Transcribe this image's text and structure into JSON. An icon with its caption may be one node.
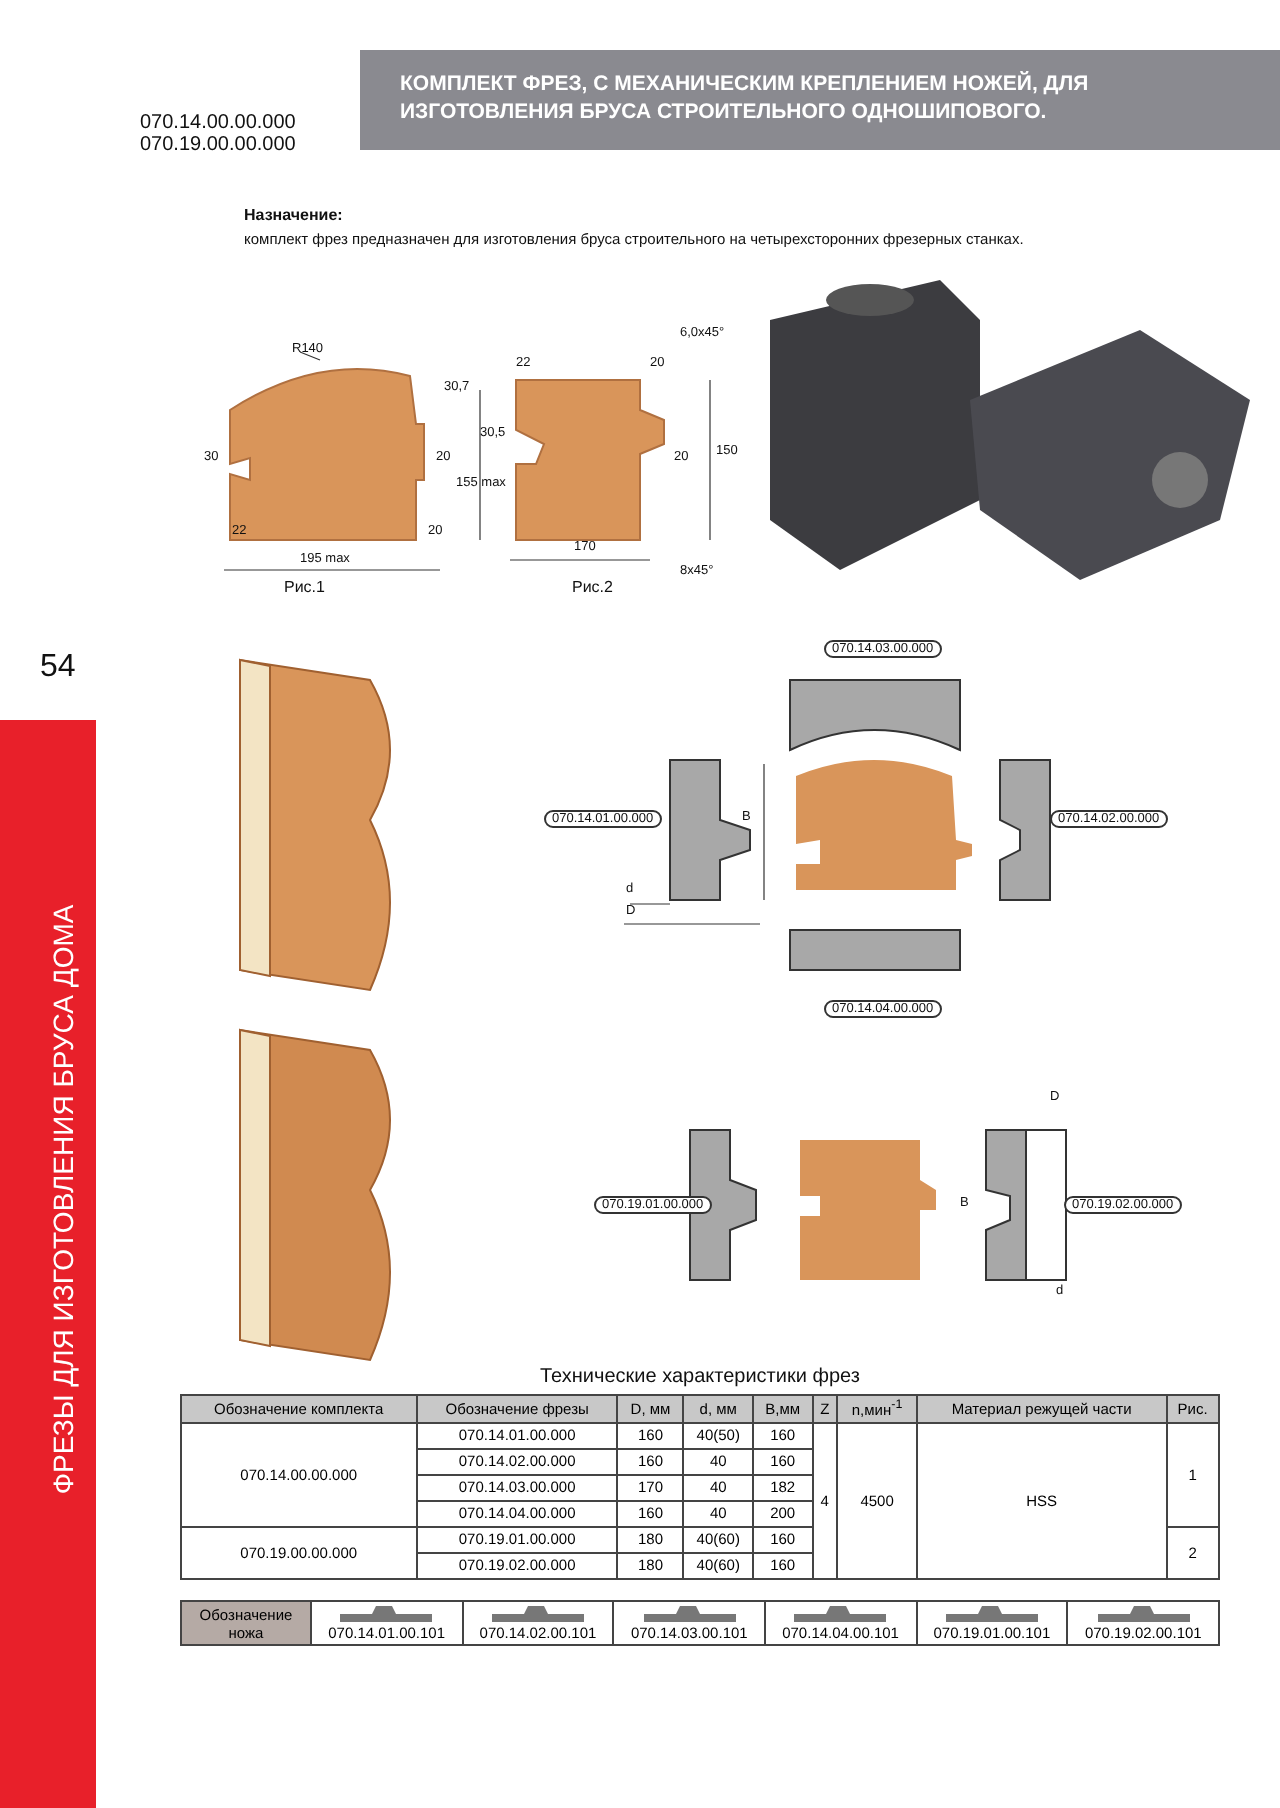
{
  "diagram": {
    "title": "КОМПЛЕКТ ФРЕЗ, С МЕХАНИЧЕСКИМ КРЕПЛЕНИЕМ НОЖЕЙ, ДЛЯ ИЗГОТОВЛЕНИЯ БРУСА СТРОИТЕЛЬНОГО ОДНОШИПОВОГО.",
    "labels": [
      "070.14.00.00.000",
      "070.19.00.00.000",
      "Назначение:",
      "комплект фрез предназначен для изготовления бруса строительного на четырехсторонних фрезерных станках.",
      "R140",
      "30,7",
      "30",
      "20",
      "155 max",
      "22",
      "20",
      "195 max",
      "Рис.1",
      "22",
      "20",
      "6,0x45°",
      "30,5",
      "20",
      "150",
      "170",
      "8x45°",
      "Рис.2",
      "54",
      "ФРЕЗЫ ДЛЯ ИЗГОТОВЛЕНИЯ БРУСА ДОМА",
      "070.14.03.00.000",
      "070.14.01.00.000",
      "B",
      "070.14.02.00.000",
      "d",
      "D",
      "070.14.04.00.000",
      "D",
      "070.19.01.00.000",
      "B",
      "070.19.02.00.000",
      "d",
      "Технические характеристики фрез",
      "Обозначение комплекта",
      "Обозначение фрезы",
      "D, мм",
      "d, мм",
      "B,мм",
      "Z",
      "n,мин$^{-1}$",
      "Материал режущей части",
      "Рис.",
      "070.14.00.00.000",
      "070.14.01.00.000",
      "160",
      "40(50)",
      "160",
      "4",
      "4500",
      "HSS",
      "1",
      "070.14.02.00.000",
      "160",
      "40",
      "160",
      "070.14.03.00.000",
      "170",
      "40",
      "182",
      "070.14.04.00.000",
      "160",
      "40",
      "200",
      "070.19.00.00.000",
      "070.19.01.00.000",
      "180",
      "40(60)",
      "160",
      "2",
      "070.19.02.00.000",
      "180",
      "40(60)",
      "160",
      "Обозначение ножа",
      "070.14.01.00.101",
      "070.14.02.00.101",
      "070.14.03.00.101",
      "070.14.04.00.101",
      "070.19.01.00.101",
      "070.19.02.00.101"
    ]
  }
}
